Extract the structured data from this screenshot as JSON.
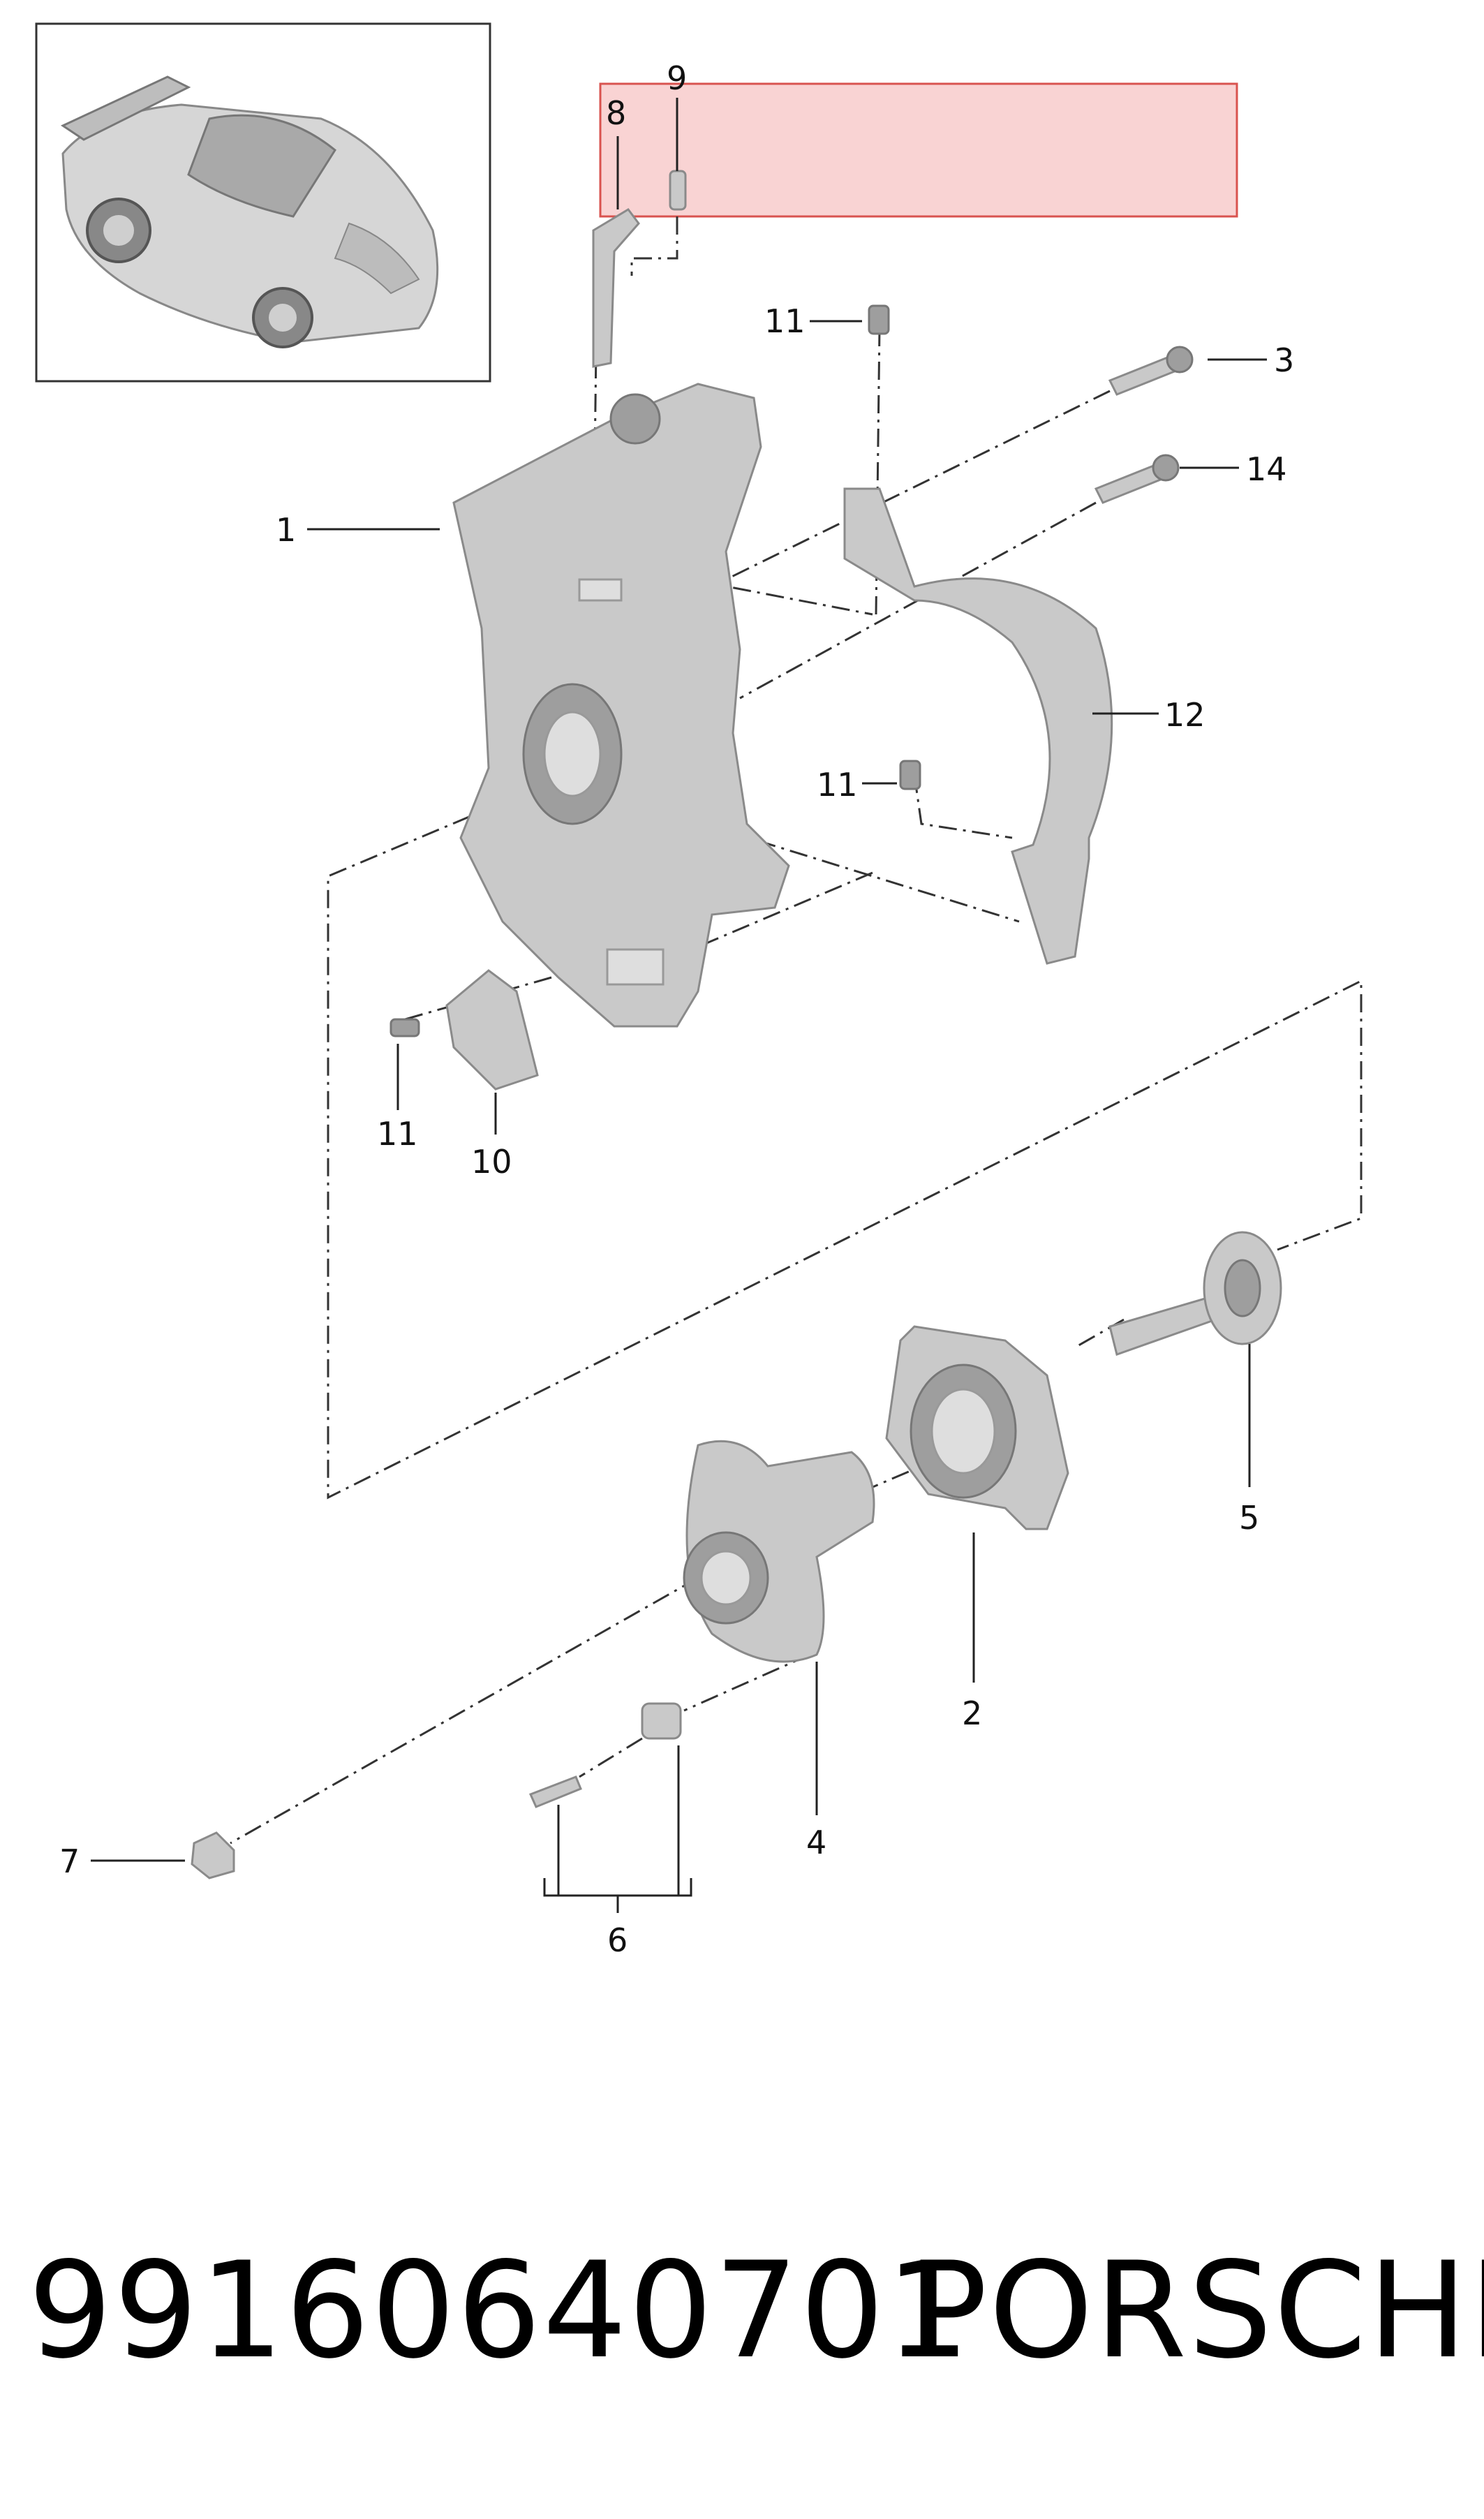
{
  "callouts": {
    "c1": "1",
    "c2": "2",
    "c3": "3",
    "c4": "4",
    "c5": "5",
    "c6": "6",
    "c7": "7",
    "c8": "8",
    "c9": "9",
    "c10": "10",
    "c11a": "11",
    "c11b": "11",
    "c11c": "11",
    "c12": "12",
    "c14": "14"
  },
  "footer": {
    "part_number": "99160640701",
    "brand": "PORSCHE"
  },
  "colors": {
    "highlight_fill": "#f9d3d3",
    "highlight_stroke": "#d9534f",
    "part_gray": "#c9c9c9"
  }
}
